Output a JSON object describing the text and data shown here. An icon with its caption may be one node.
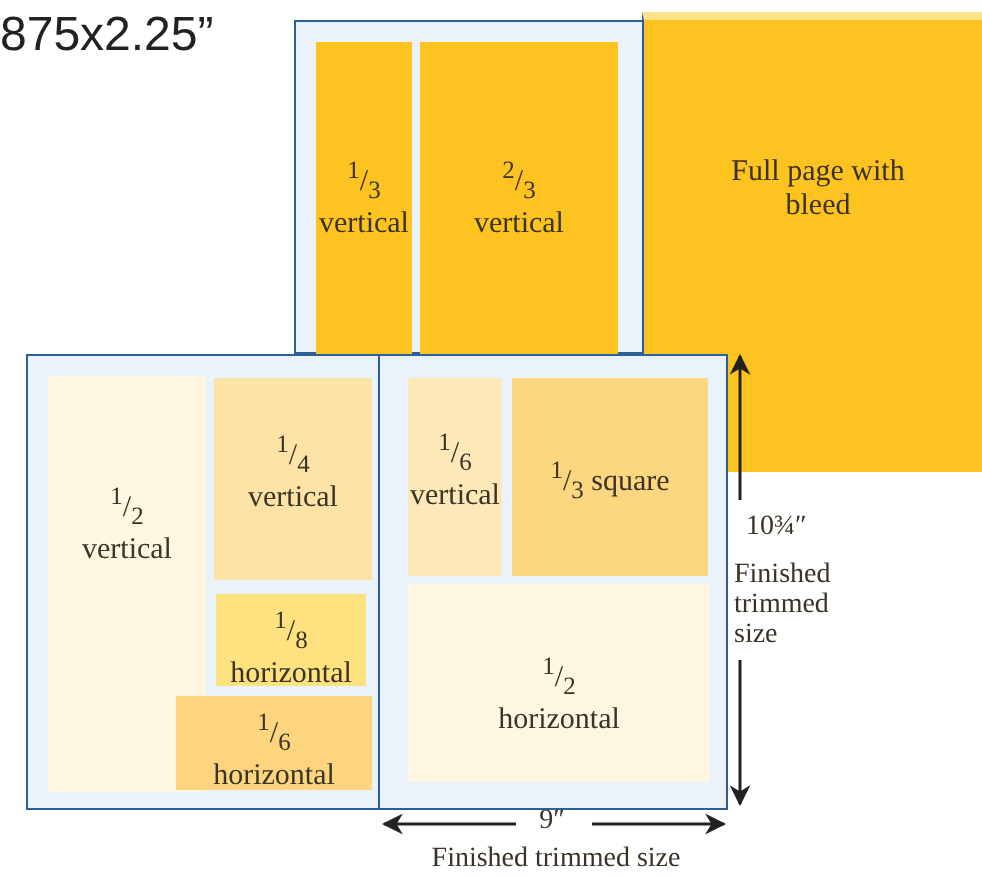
{
  "diagram": {
    "nodes": [
      {
        "text": [],
        "shape": "box"
      },
      {
        "text": [
          "$^{1}$/$_{3}$ vertical"
        ],
        "in": 0
      },
      {
        "text": [
          "$^{2}$/$_{3}$ vertical"
        ],
        "in": 0
      },
      {
        "text": [
          "Full page with bleed"
        ]
      },
      {
        "text": [],
        "shape": "box"
      },
      {
        "text": [
          "$^{1}$/$_{2}$ vertical"
        ],
        "in": 4
      },
      {
        "text": [
          "$^{1}$/$_{4}$ vertical"
        ],
        "in": 4
      },
      {
        "text": [
          "$^{1}$/$_{8}$ horizontal"
        ],
        "in": 4
      },
      {
        "text": [
          "$^{1}$/$_{6}$ horizontal"
        ],
        "in": 4
      },
      {
        "text": [],
        "shape": "box"
      },
      {
        "text": [
          "$^{1}$/$_{6}$ vertical"
        ],
        "in": 9
      },
      {
        "text": [
          "$^{1}$/$_{3}$ square"
        ],
        "in": 9
      },
      {
        "text": [
          "$^{1}$/$_{2}$ horizontal"
        ],
        "in": 9
      }
    ],
    "edges": [],
    "labels": [
      "875x2.25”",
      "10¾″",
      "Finished trimmed size",
      "9″",
      "Finished trimmed size"
    ]
  }
}
